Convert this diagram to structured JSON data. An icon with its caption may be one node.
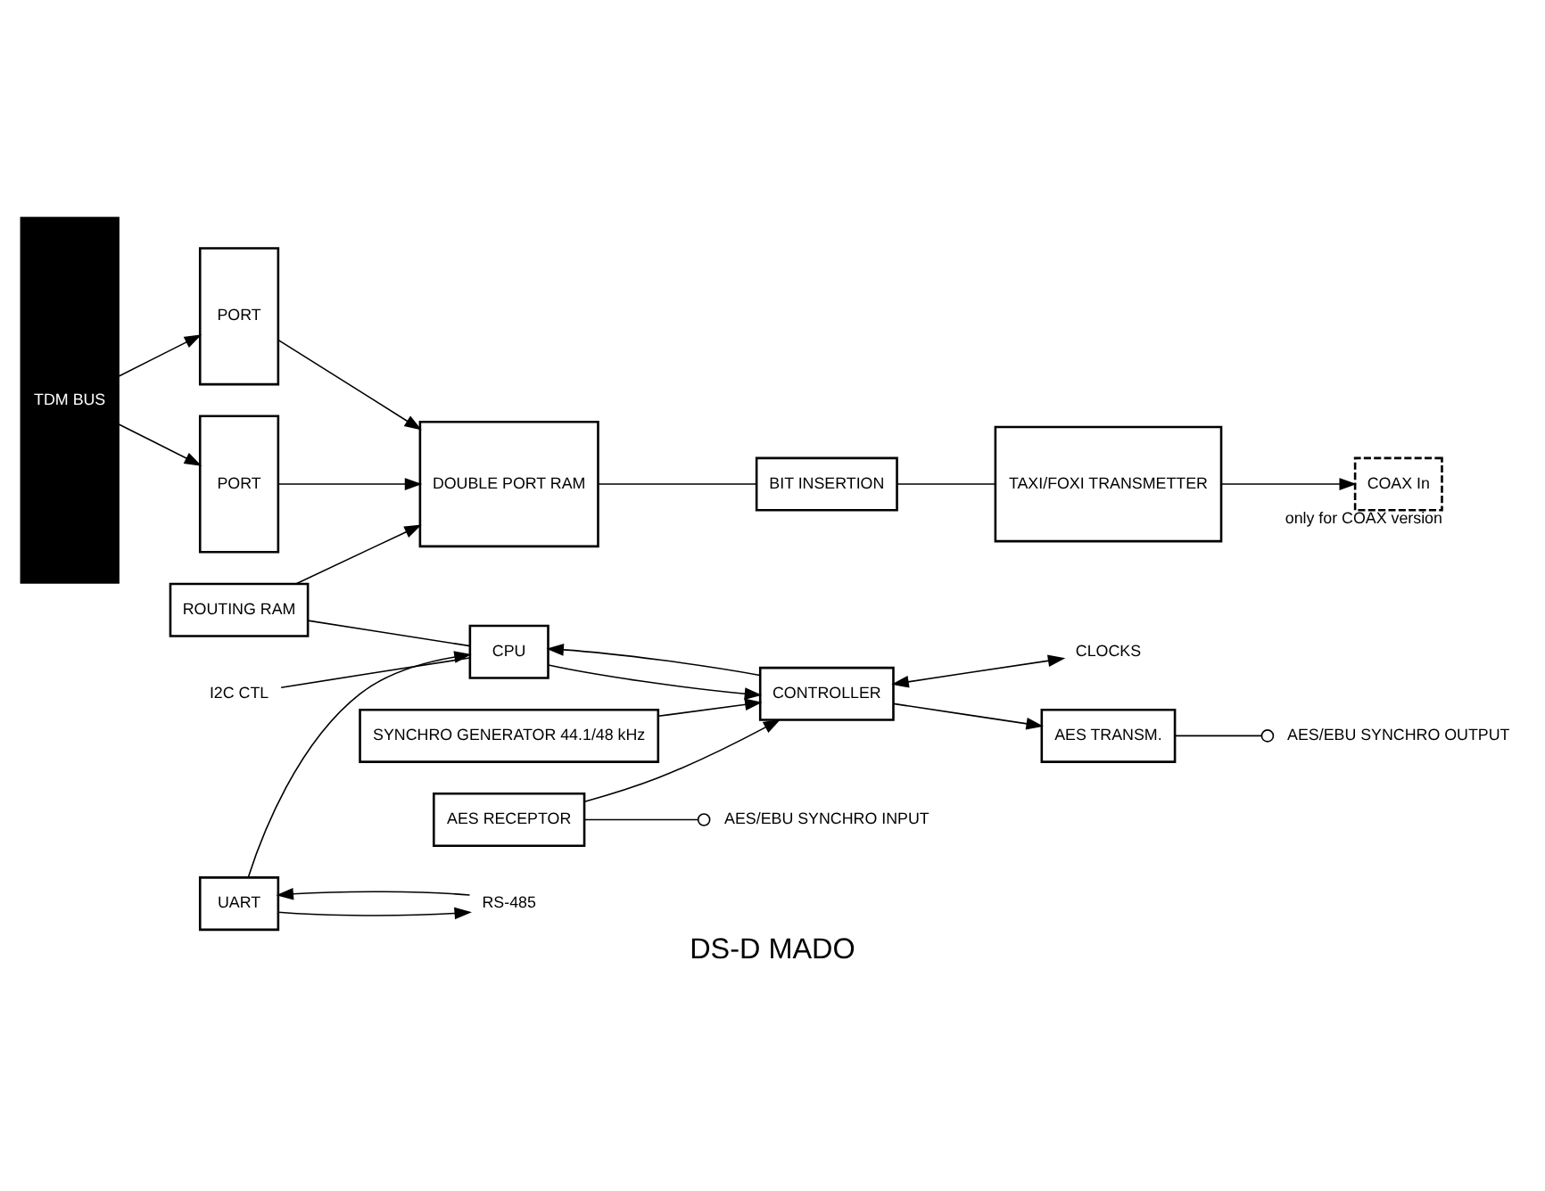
{
  "diagram": {
    "caption": "DS-D MADO",
    "nodes": [
      {
        "text": [
          "TDM BUS"
        ]
      },
      {
        "text": [
          "PORT"
        ]
      },
      {
        "text": [
          "PORT"
        ]
      },
      {
        "text": [
          "DOUBLE PORT RAM"
        ]
      },
      {
        "text": [
          "BIT INSERTION"
        ]
      },
      {
        "text": [
          "TAXI/FOXI TRANSMETTER"
        ]
      },
      {
        "text": [
          "COAX In"
        ],
        "beside": [
          "only for COAX version"
        ]
      },
      {
        "text": [
          "ROUTING RAM"
        ]
      },
      {
        "text": [
          "RS-485"
        ]
      },
      {
        "text": [
          "UART"
        ]
      },
      {
        "text": [
          "CPU"
        ]
      },
      {
        "text": [
          "I2C CTL"
        ]
      },
      {
        "text": [
          "CONTROLLER"
        ]
      },
      {
        "text": [
          "CLOCKS"
        ]
      },
      {
        "text": [
          "AES TRANSM."
        ]
      },
      {
        "text": [
          "AES RECEPTOR"
        ]
      },
      {
        "text": [
          "SYNCHRO GENERATOR 44.1/48 kHz"
        ]
      },
      {
        "text": [
          "AES/EBU SYNCHRO OUTPUT"
        ]
      },
      {
        "text": [
          "AES/EBU SYNCHRO INPUT"
        ]
      }
    ],
    "edges": [
      {
        "from": 0,
        "to": 1,
        "arrow": "to"
      },
      {
        "from": 0,
        "to": 2,
        "arrow": "to"
      },
      {
        "from": 1,
        "to": 3,
        "arrow": "to"
      },
      {
        "from": 2,
        "to": 3,
        "arrow": "to"
      },
      {
        "from": 3,
        "to": 4,
        "arrow": "none"
      },
      {
        "from": 4,
        "to": 5,
        "arrow": "none"
      },
      {
        "from": 5,
        "to": 6,
        "arrow": "to"
      },
      {
        "from": 7,
        "to": 3,
        "arrow": "to"
      },
      {
        "from": 7,
        "to": 10,
        "arrow": "none"
      },
      {
        "from": 9,
        "to": 8,
        "arrow": "to"
      },
      {
        "from": 8,
        "to": 9,
        "arrow": "to"
      },
      {
        "from": 9,
        "to": 10,
        "arrow": "to"
      },
      {
        "from": 11,
        "to": 10,
        "arrow": "none"
      },
      {
        "from": 10,
        "to": 12,
        "arrow": "to"
      },
      {
        "from": 12,
        "to": 10,
        "arrow": "to"
      },
      {
        "from": 12,
        "to": 13,
        "arrow": "both"
      },
      {
        "from": 12,
        "to": 14,
        "arrow": "to"
      },
      {
        "from": 15,
        "to": 12,
        "arrow": "to"
      },
      {
        "from": 16,
        "to": 12,
        "arrow": "to"
      },
      {
        "from": 14,
        "to": 17,
        "arrow": "other"
      },
      {
        "from": 15,
        "to": 18,
        "arrow": "other"
      }
    ]
  }
}
